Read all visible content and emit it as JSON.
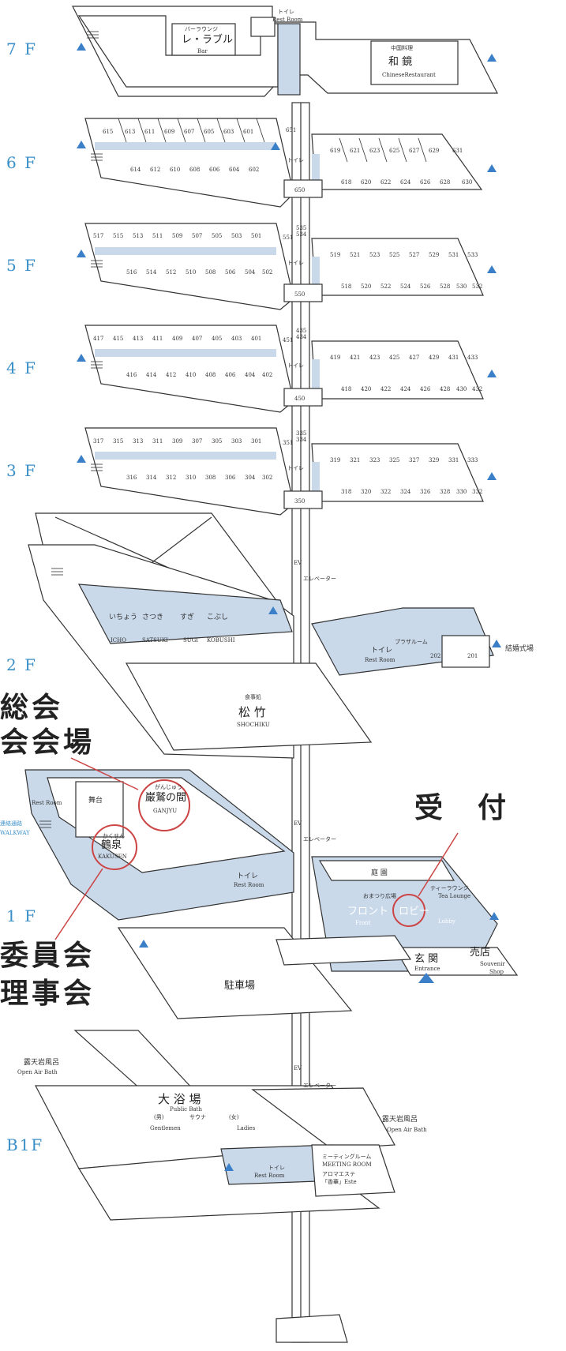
{
  "floors": [
    "7 F",
    "6 F",
    "5 F",
    "4 F",
    "3 F",
    "2 F",
    "1 F",
    "B1F"
  ],
  "f7": {
    "bar_kana": "バーラウンジ",
    "bar_name": "レ・ラブル",
    "bar_en": "Bar",
    "toilet_kana": "トイレ",
    "restroom": "Rest Room",
    "chinese_kana": "中国料理",
    "chinese_name": "和 鏡",
    "chinese_en": "ChineseRestaurant"
  },
  "f6": {
    "top": [
      "615",
      "613",
      "611",
      "609",
      "607",
      "605",
      "603",
      "601"
    ],
    "bottom": [
      "614",
      "612",
      "610",
      "608",
      "606",
      "604",
      "602"
    ],
    "right_top": [
      "619",
      "621",
      "623",
      "625",
      "627",
      "629",
      "631"
    ],
    "right_bottom": [
      "618",
      "620",
      "622",
      "624",
      "626",
      "628",
      "630"
    ],
    "corner": "651",
    "hall": "650",
    "toilet": "トイレ"
  },
  "f5": {
    "top": [
      "517",
      "515",
      "513",
      "511",
      "509",
      "507",
      "505",
      "503",
      "501"
    ],
    "bottom": [
      "516",
      "514",
      "512",
      "510",
      "508",
      "506",
      "504",
      "502"
    ],
    "right_top": [
      "519",
      "521",
      "523",
      "525",
      "527",
      "529",
      "531",
      "533"
    ],
    "right_bottom": [
      "518",
      "520",
      "522",
      "524",
      "526",
      "528",
      "530",
      "532"
    ],
    "corner": "551",
    "corner2": "535",
    "corner3": "534",
    "hall": "550",
    "toilet": "トイレ"
  },
  "f4": {
    "top": [
      "417",
      "415",
      "413",
      "411",
      "409",
      "407",
      "405",
      "403",
      "401"
    ],
    "bottom": [
      "416",
      "414",
      "412",
      "410",
      "408",
      "406",
      "404",
      "402"
    ],
    "right_top": [
      "419",
      "421",
      "423",
      "425",
      "427",
      "429",
      "431",
      "433"
    ],
    "right_bottom": [
      "418",
      "420",
      "422",
      "424",
      "426",
      "428",
      "430",
      "432"
    ],
    "corner": "451",
    "corner2": "435",
    "corner3": "434",
    "hall": "450",
    "toilet": "トイレ"
  },
  "f3": {
    "top": [
      "317",
      "315",
      "313",
      "311",
      "309",
      "307",
      "305",
      "303",
      "301"
    ],
    "bottom": [
      "316",
      "314",
      "312",
      "310",
      "308",
      "306",
      "304",
      "302"
    ],
    "right_top": [
      "319",
      "321",
      "323",
      "325",
      "327",
      "329",
      "331",
      "333"
    ],
    "right_bottom": [
      "318",
      "320",
      "322",
      "324",
      "326",
      "328",
      "330",
      "332"
    ],
    "corner": "351",
    "corner2": "335",
    "corner3": "334",
    "hall": "350",
    "toilet": "トイレ"
  },
  "f2": {
    "rooms_jp": [
      "いちょう",
      "さつき",
      "すぎ",
      "こぶし"
    ],
    "rooms_en": [
      "ICHO",
      "SATSUKI",
      "SUGI",
      "KOBUSHI"
    ],
    "restaurant_kana": "食事処",
    "restaurant_name": "松 竹",
    "restaurant_en": "SHOCHIKU",
    "toilet": "トイレ",
    "restroom": "Rest Room",
    "plaza": "プラザルーム",
    "r202": "202",
    "r201": "201",
    "wedding": "結婚式場",
    "ev": "EV",
    "elevator": "エレベーター"
  },
  "f1": {
    "ganjyu_ruby": "がんじゅう",
    "ganjyu": "巌鷲の間",
    "ganjyu_en": "GANJYU",
    "stage": "舞台",
    "kakusen_ruby": "かくせん",
    "kakusen": "鶴泉",
    "kakusen_en": "KAKUSEN",
    "walkway": "連絡通路",
    "walkway_en": "WALKWAY",
    "restroom": "Rest Room",
    "toilet": "トイレ",
    "garden": "庭 園",
    "tea_kana": "ティーラウンジ",
    "tea_en": "Tea Lounge",
    "omiyage": "おまつり広場",
    "front": "フロント",
    "front_en": "Front",
    "lobby": "ロビー",
    "lobby_en": "Lobby",
    "entrance": "玄 関",
    "entrance_en": "Entrance",
    "shop": "売店",
    "shop_en1": "Souvenir",
    "shop_en2": "Shop",
    "parking": "駐車場",
    "ev": "EV",
    "elevator": "エレベーター"
  },
  "b1": {
    "open_bath_left": "露天岩風呂",
    "open_bath_left_en": "Open Air Bath",
    "public_bath": "大 浴 場",
    "public_bath_en": "Public Bath",
    "men": "(男)",
    "sauna": "サウナ",
    "women": "(女)",
    "gentlemen": "Gentlemen",
    "ladies": "Ladies",
    "open_bath_right": "露天岩風呂",
    "open_bath_right_en": "Open Air Bath",
    "meeting_kana": "ミーティングルーム",
    "meeting_en": "MEETING ROOM",
    "aroma": "アロマエステ",
    "aroma2": "「香華」Este",
    "toilet": "トイレ",
    "restroom": "Rest Room",
    "ev": "EV",
    "elevator": "エレベーター"
  },
  "annotations": {
    "soukai_1": "総会",
    "soukai_2": "会会場",
    "uketsuke": "受　付",
    "iinkai": "委員会",
    "rijikai": "理事会"
  },
  "colors": {
    "floor_label": "#3a8fc8",
    "corridor": "#c9d9ea",
    "marker": "#3a7fc8",
    "circle": "#cc4444"
  }
}
